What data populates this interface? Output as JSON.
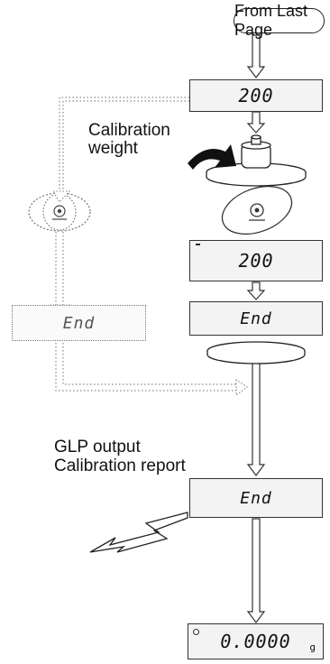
{
  "flow": {
    "start_label": "From Last Page",
    "display_weight": "200",
    "display_end": "End",
    "display_zero": "0.0000",
    "display_unit": "g"
  },
  "labels": {
    "calibration_weight_line1": "Calibration",
    "calibration_weight_line2": "weight",
    "glp_line1": "GLP output",
    "glp_line2": "Calibration report"
  },
  "icons": {
    "stable": "stability-indicator-icon",
    "pan": "weighing-pan-icon",
    "weight": "calibration-weight-icon",
    "place_arrow": "place-weight-arrow-icon",
    "output": "lightning-output-icon"
  },
  "colors": {
    "ink": "#222222",
    "dotted": "#888888",
    "display_bg": "#f3f3f3"
  }
}
